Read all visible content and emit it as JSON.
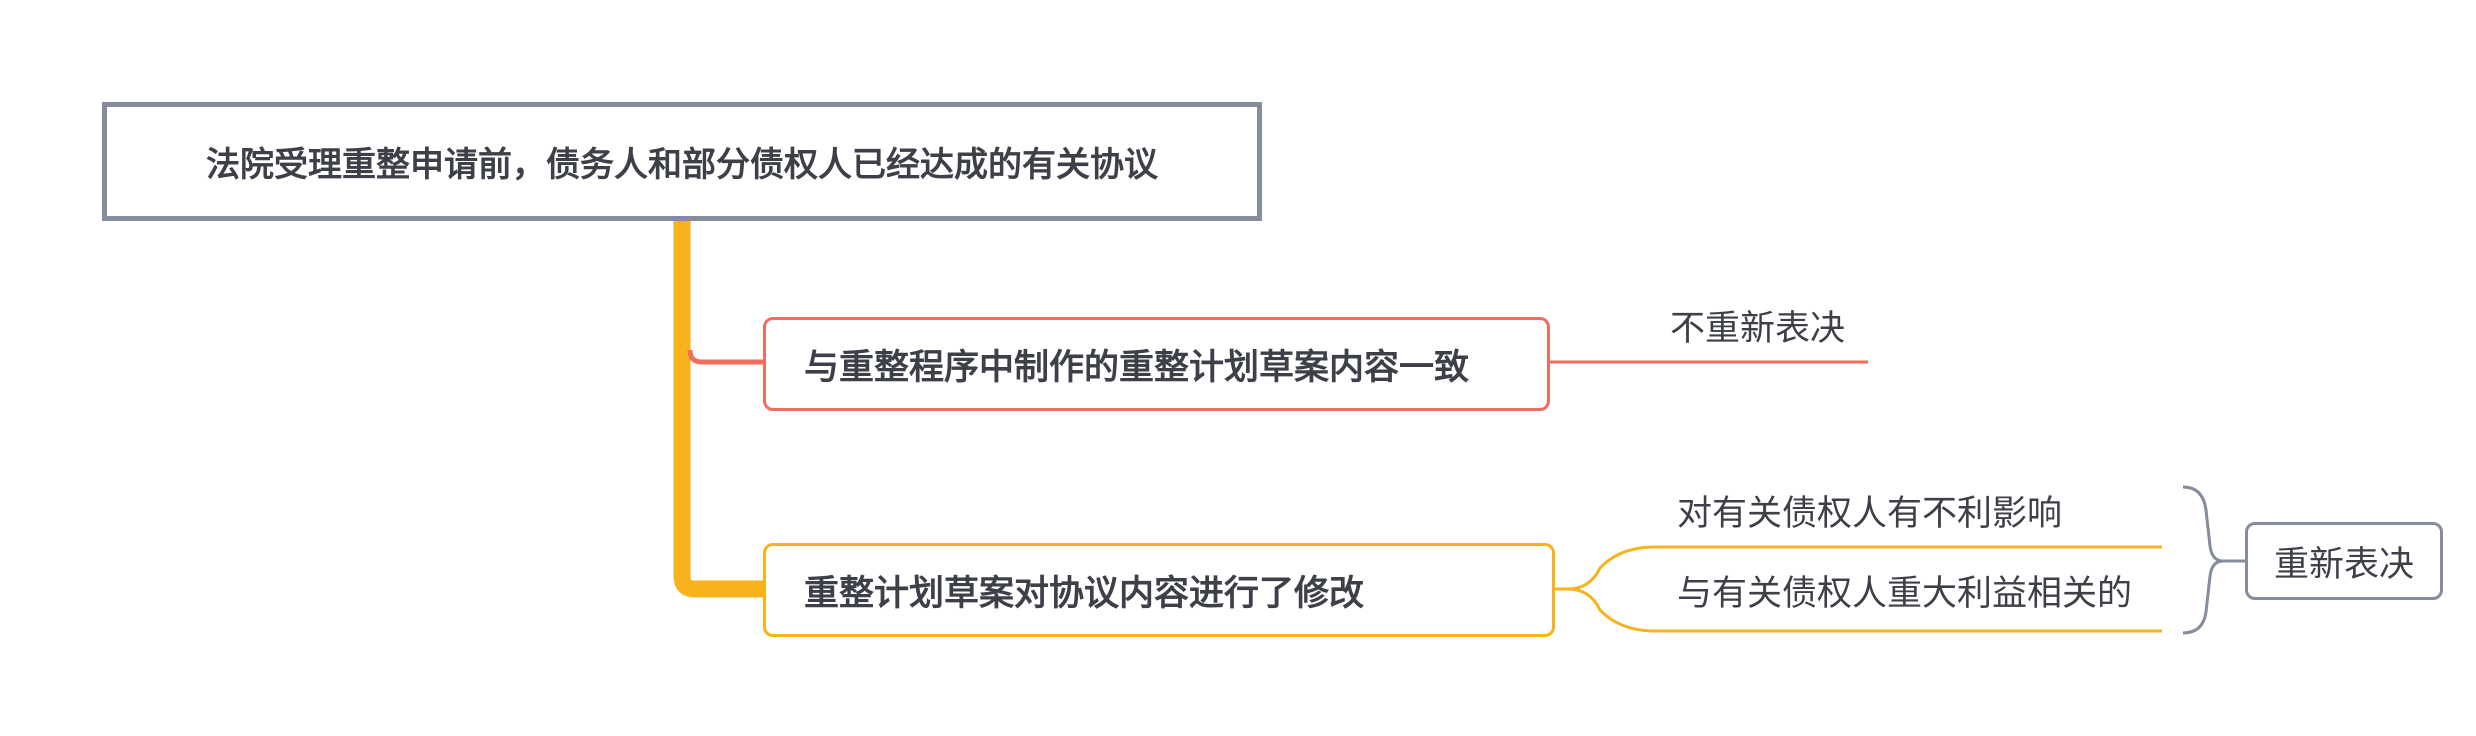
{
  "colors": {
    "root_border": "#858c9b",
    "trunk": "#f7b21c",
    "branch_1": "#f16e5f",
    "branch_2": "#f7b21c",
    "summary": "#858c9b",
    "text": "#3d4048"
  },
  "root": {
    "label": "法院受理重整申请前，债务人和部分债权人已经达成的有关协议"
  },
  "branches": [
    {
      "label": "与重整程序中制作的重整计划草案内容一致",
      "children": [
        "不重新表决"
      ]
    },
    {
      "label": "重整计划草案对协议内容进行了修改",
      "children": [
        "对有关债权人有不利影响",
        "与有关债权人重大利益相关的"
      ],
      "summary": "重新表决"
    }
  ]
}
